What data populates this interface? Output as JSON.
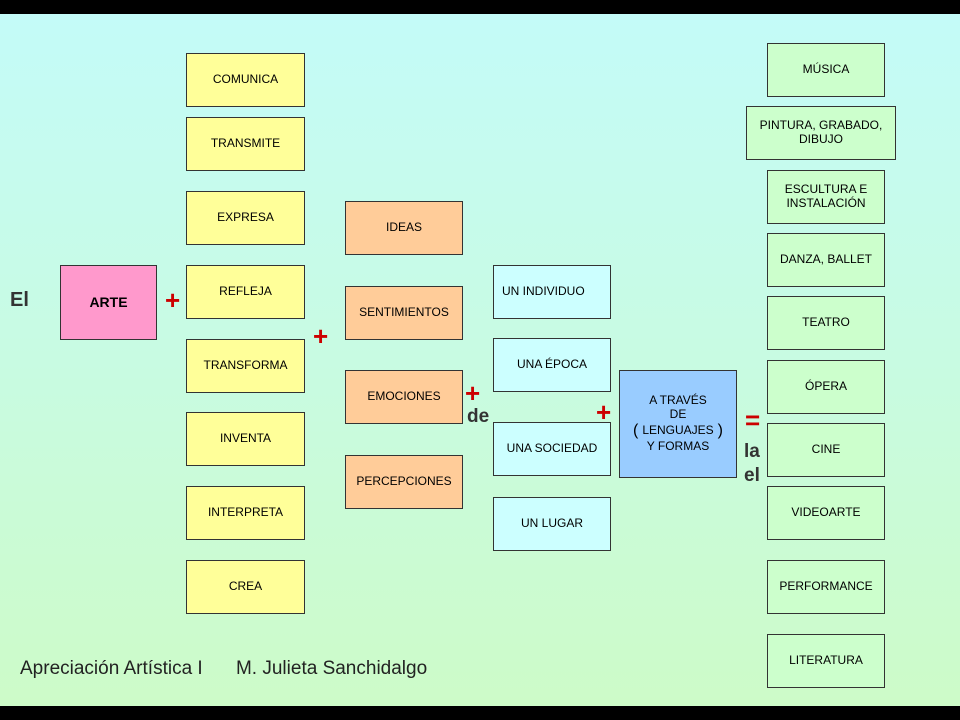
{
  "left_word": "El",
  "subject": "ARTE",
  "verbs": [
    "COMUNICA",
    "TRANSMITE",
    "EXPRESA",
    "REFLEJA",
    "TRANSFORMA",
    "INVENTA",
    "INTERPRETA",
    "CREA"
  ],
  "objects": [
    "IDEAS",
    "SENTIMIENTOS",
    "EMOCIONES",
    "PERCEPCIONES"
  ],
  "contexts": [
    "UN INDIVIDUO",
    "UNA ÉPOCA",
    "UNA SOCIEDAD",
    "UN LUGAR"
  ],
  "medium": {
    "line1": "A TRAVÉS",
    "line2": "DE",
    "line3": "LENGUAJES",
    "line4": "Y FORMAS",
    "paren_open": "(",
    "paren_close": ")"
  },
  "arts": [
    "MÚSICA",
    "PINTURA, GRABADO, DIBUJO",
    "ESCULTURA E INSTALACIÓN",
    "DANZA, BALLET",
    "TEATRO",
    "ÓPERA",
    "CINE",
    "VIDEOARTE",
    "PERFORMANCE",
    "LITERATURA"
  ],
  "symbols": {
    "plus": "+",
    "equals": "=",
    "de": "de",
    "la": "la",
    "el": "el"
  },
  "colors": {
    "subject": "#ff99cc",
    "verbs": "#ffff99",
    "objects": "#ffcc99",
    "contexts": "#ccffff",
    "medium": "#99ccff",
    "arts": "#ccffcc",
    "operators": "#cc0000"
  },
  "footer": {
    "course": "Apreciación Artística I",
    "author": "M. Julieta Sanchidalgo"
  }
}
